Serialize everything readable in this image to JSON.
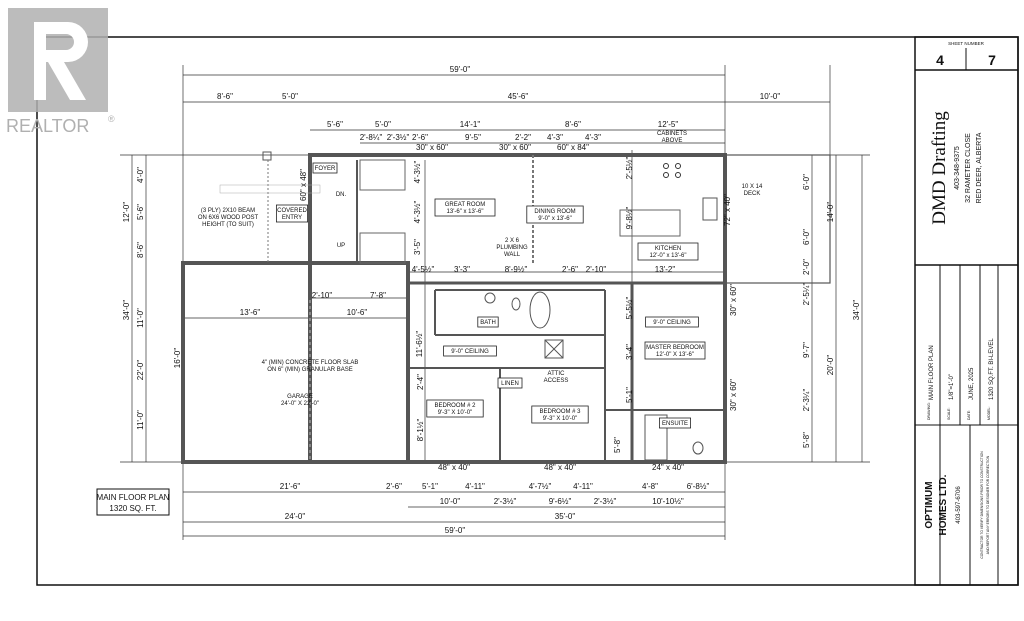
{
  "logo": {
    "text": "REALTOR",
    "mark": "®",
    "color": "#b0b0b0"
  },
  "title_block": {
    "sheet_label": "SHEET NUMBER",
    "sheet": "4",
    "of": "7",
    "designer": "DMD Drafting",
    "designer_phone": "403-348-9375",
    "designer_address": "32 RAMETER CLOSE",
    "designer_city": "RED DEER, ALBERTA",
    "drawing_label": "DRAWING:",
    "drawing": "MAIN FLOOR PLAN",
    "scale_label": "SCALE:",
    "scale": "1/8\"=1'-0\"",
    "date_label": "DATE:",
    "date": "JUNE, 2025",
    "model_label": "MODEL:",
    "model": "1320 SQ.FT. BI-LEVEL",
    "builder": "OPTIMUM",
    "builder2": "HOMES LTD.",
    "builder_phone": "403-597-6706",
    "note1": "CONTRACTOR TO VERIFY DIMENSIONS PRIOR TO CONSTRUCTION",
    "note2": "AND REPORT ANY ERRORS TO DESIGNER FOR CORRECTION"
  },
  "plan_title": {
    "line1": "MAIN FLOOR PLAN",
    "line2": "1320 SQ. FT."
  },
  "rooms": [
    {
      "l1": "FOYER"
    },
    {
      "l1": "COVERED",
      "l2": "ENTRY"
    },
    {
      "l1": "GREAT ROOM",
      "l2": "13'-6\" x 13'-6\""
    },
    {
      "l1": "DINING ROOM",
      "l2": "9'-0\" x 13'-6\""
    },
    {
      "l1": "KITCHEN",
      "l2": "12'-0\" x 13'-6\""
    },
    {
      "l1": "10 X 14",
      "l2": "DECK"
    },
    {
      "l1": "GARAGE",
      "l2": "24'-0\" X 22'-0\""
    },
    {
      "l1": "BATH"
    },
    {
      "l1": "9'-0\" CEILING"
    },
    {
      "l1": "9'-0\" CEILING"
    },
    {
      "l1": "MASTER BEDROOM",
      "l2": "12'-0\" X 13'-6\""
    },
    {
      "l1": "BEDROOM # 2",
      "l2": "9'-3\" X 10'-0\""
    },
    {
      "l1": "BEDROOM # 3",
      "l2": "9'-3\" X 10'-0\""
    },
    {
      "l1": "ENSUITE"
    },
    {
      "l1": "LINEN"
    },
    {
      "l1": "ATTIC",
      "l2": "ACCESS"
    },
    {
      "l1": "CABINETS",
      "l2": "ABOVE"
    },
    {
      "l1": "DN."
    },
    {
      "l1": "UP"
    },
    {
      "l1": "2 X 6",
      "l2": "PLUMBING",
      "l3": "WALL"
    },
    {
      "l1": "(3 PLY) 2X10 BEAM",
      "l2": "ON 6X6 WOOD POST",
      "l3": "HEIGHT (TO SUIT)"
    },
    {
      "l1": "4\" (MIN) CONCRETE FLOOR SLAB",
      "l2": "ON 6\" (MIN) GRANULAR BASE"
    }
  ],
  "dimensions_top": [
    "59'-0\"",
    "8'-6\"",
    "5'-0\"",
    "45'-6\"",
    "10'-0\"",
    "5'-6\"",
    "5'-0\"",
    "14'-1\"",
    "8'-6\"",
    "12'-5\"",
    "2'-8¼\"",
    "2'-3½\"",
    "2'-6\"",
    "9'-5\"",
    "2'-2\"",
    "4'-3\"",
    "4'-3\"",
    "30\" x 60\"",
    "30\" x 60\"",
    "60\" x 84\""
  ],
  "dimensions_bottom": [
    "21'-6\"",
    "2'-6\"",
    "5'-1\"",
    "4'-11\"",
    "4'-7½\"",
    "4'-11\"",
    "4'-8\"",
    "6'-8½\"",
    "10'-0\"",
    "2'-3½\"",
    "9'-6½\"",
    "2'-3½\"",
    "10'-10½\"",
    "24'-0\"",
    "35'-0\"",
    "59'-0\"",
    "48\" x 40\"",
    "48\" x 40\"",
    "24\" x 40\""
  ],
  "dimensions_left": [
    "4'-0\"",
    "5'-6\"",
    "8'-6\"",
    "12'-0\"",
    "34'-0\"",
    "11'-0\"",
    "22'-0\"",
    "11'-0\"",
    "16'-0\""
  ],
  "dimensions_right": [
    "6'-0\"",
    "6'-0\"",
    "2'-0\"",
    "2'-5¼\"",
    "9'-7\"",
    "2'-3¼\"",
    "5'-8\"",
    "14'-0\"",
    "20'-0\"",
    "34'-0\""
  ],
  "dimensions_interior": [
    "13'-6\"",
    "10'-6\"",
    "2'-10\"",
    "7'-8\"",
    "4'-5½\"",
    "3'-3\"",
    "8'-9½\"",
    "2'-6\"",
    "2'-10\"",
    "13'-2\"",
    "4'-3½\"",
    "4'-3½\"",
    "3'-5\"",
    "11'-6½\"",
    "2'-4\"",
    "8'-1½\"",
    "5'-5½\"",
    "3'-4\"",
    "5'-1\"",
    "2'-5½\"",
    "9'-8½\"",
    "5'-8\"",
    "60\" x 48\"",
    "72\" x 40\"",
    "30\" x 60\"",
    "30\" x 60\""
  ]
}
